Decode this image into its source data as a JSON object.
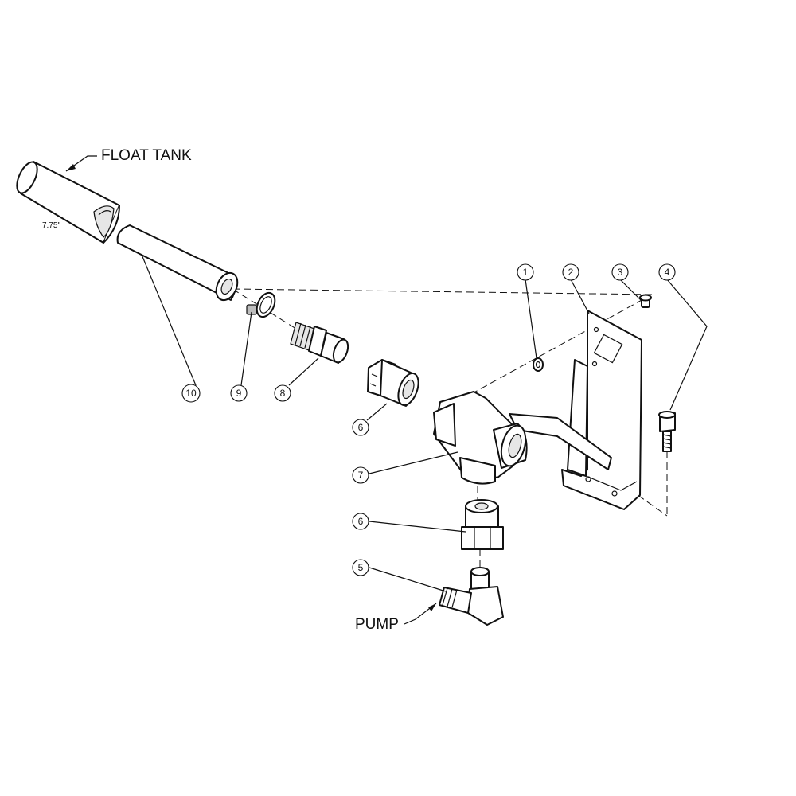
{
  "labels": {
    "float_tank": "FLOAT TANK",
    "pump": "PUMP",
    "dimension": "7.75\""
  },
  "callouts": {
    "c1": "1",
    "c2": "2",
    "c3": "3",
    "c4": "4",
    "c5": "5",
    "c6a": "6",
    "c6b": "6",
    "c7": "7",
    "c8": "8",
    "c9": "9",
    "c10": "10"
  }
}
